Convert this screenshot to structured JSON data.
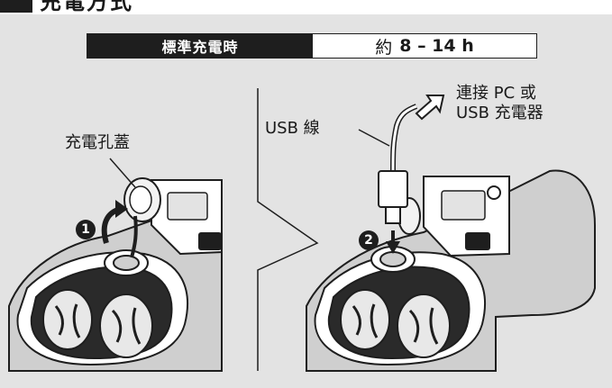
{
  "header": {
    "title": "充電方式"
  },
  "charge_time": {
    "label": "標準充電時",
    "approx": "約",
    "value": "8 – 14 h"
  },
  "callouts": {
    "cover": "充電孔蓋",
    "cable": "USB 線",
    "connect_line1": "連接 PC 或",
    "connect_line2": "USB 充電器"
  },
  "steps": {
    "step1": "1",
    "step2": "2"
  },
  "colors": {
    "panel_bg": "#e3e3e3",
    "ink": "#1e1e1e",
    "device_body": "#cfcfcf",
    "device_dark": "#1e1e1e"
  }
}
